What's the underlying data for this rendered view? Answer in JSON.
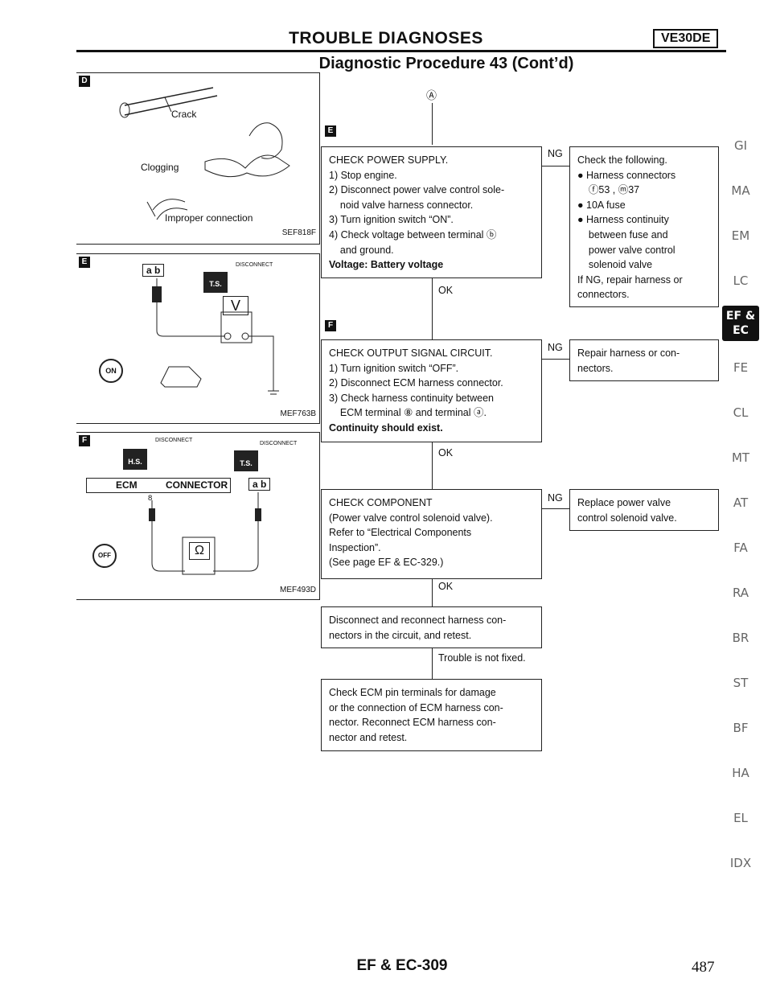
{
  "header": {
    "title": "TROUBLE DIAGNOSES",
    "badge": "VE30DE",
    "subtitle": "Diagnostic Procedure 43 (Cont’d)"
  },
  "figures": {
    "d": {
      "tag": "D",
      "crack": "Crack",
      "clogging": "Clogging",
      "improper": "Improper connection",
      "code": "SEF818F"
    },
    "e": {
      "tag": "E",
      "disconnect": "DISCONNECT",
      "connector_ab": "a b",
      "volt": "V",
      "ts": "T.S.",
      "on": "ON",
      "code": "MEF763B"
    },
    "f": {
      "tag": "F",
      "disconnect1": "DISCONNECT",
      "disconnect2": "DISCONNECT",
      "hs": "H.S.",
      "ts": "T.S.",
      "ecm": "ECM",
      "connector": "CONNECTOR",
      "pin": "8",
      "ohm": "Ω",
      "off": "OFF",
      "connector_ab": "a b",
      "code": "MEF493D"
    }
  },
  "flow": {
    "start_marker": "Ⓐ",
    "tag_e": "E",
    "tag_f": "F",
    "step1": {
      "lines": [
        "CHECK POWER SUPPLY.",
        "1) Stop engine.",
        "2) Disconnect power valve control sole-",
        "    noid valve harness connector.",
        "3) Turn ignition switch “ON”.",
        "4) Check voltage between terminal ⓑ",
        "    and ground."
      ],
      "bold": "Voltage: Battery voltage"
    },
    "ng1": {
      "label": "NG",
      "lines": [
        "Check the following.",
        "● Harness connectors",
        "    ⓕ53 , ⓜ37",
        "● 10A fuse",
        "● Harness continuity",
        "    between fuse and",
        "    power valve control",
        "    solenoid valve",
        "If NG, repair harness or",
        "connectors."
      ]
    },
    "ok1": "OK",
    "step2": {
      "lines": [
        "CHECK OUTPUT SIGNAL CIRCUIT.",
        "1) Turn ignition switch “OFF”.",
        "2) Disconnect ECM harness connector.",
        "3) Check harness continuity between",
        "    ECM terminal ⑧ and terminal ⓐ."
      ],
      "bold": "Continuity should exist."
    },
    "ng2": {
      "label": "NG",
      "lines": [
        "Repair harness or con-",
        "nectors."
      ]
    },
    "ok2": "OK",
    "step3": {
      "lines": [
        "CHECK COMPONENT",
        "(Power valve control solenoid valve).",
        "Refer to “Electrical Components",
        "Inspection”.",
        "(See page EF & EC-329.)"
      ]
    },
    "ng3": {
      "label": "NG",
      "lines": [
        "Replace power valve",
        "control solenoid valve."
      ]
    },
    "ok3": "OK",
    "step4": {
      "lines": [
        "Disconnect and reconnect harness con-",
        "nectors in the circuit, and retest."
      ]
    },
    "trouble": "Trouble is not fixed.",
    "step5": {
      "lines": [
        "Check ECM pin terminals for damage",
        "or the connection of ECM harness con-",
        "nector. Reconnect ECM harness con-",
        "nector and retest."
      ]
    }
  },
  "sidebar": [
    "GI",
    "MA",
    "EM",
    "LC",
    "EF &\nEC",
    "FE",
    "CL",
    "MT",
    "AT",
    "FA",
    "RA",
    "BR",
    "ST",
    "BF",
    "HA",
    "EL",
    "IDX"
  ],
  "footer": {
    "page": "EF & EC-309",
    "number": "487"
  }
}
